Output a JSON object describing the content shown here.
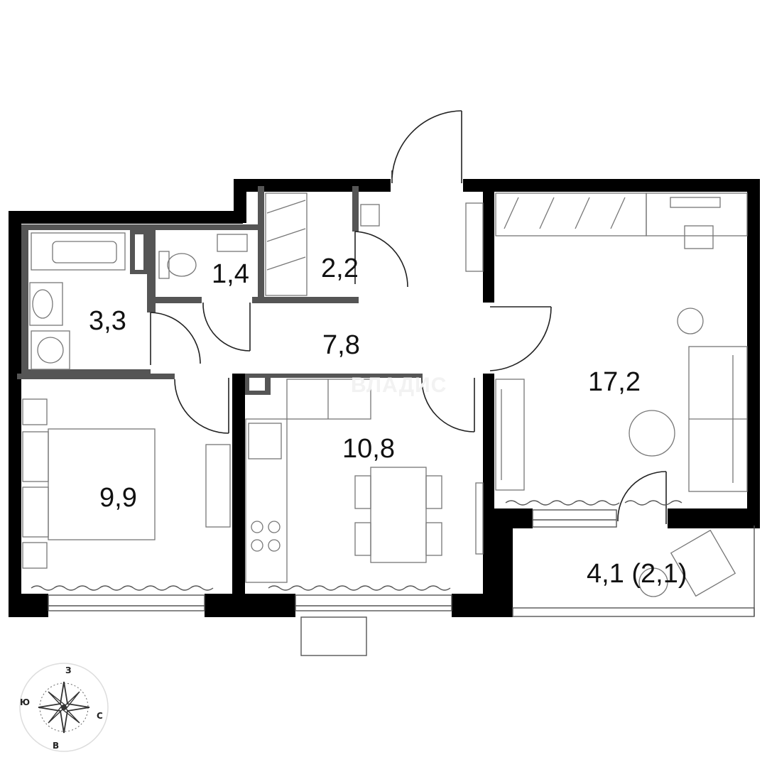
{
  "rooms": [
    {
      "id": "bathroom",
      "area": "3,3"
    },
    {
      "id": "toilet",
      "area": "1,4"
    },
    {
      "id": "closet",
      "area": "2,2"
    },
    {
      "id": "hallway",
      "area": "7,8"
    },
    {
      "id": "living-room",
      "area": "17,2"
    },
    {
      "id": "bedroom",
      "area": "9,9"
    },
    {
      "id": "kitchen",
      "area": "10,8"
    },
    {
      "id": "balcony",
      "area": "4,1 (2,1)"
    }
  ],
  "watermark": "ВЛАДИС",
  "compass": {
    "north": "С",
    "south": "Ю",
    "east": "В",
    "west": "З"
  },
  "colors": {
    "wall": "#000000",
    "partition": "#555555",
    "line": "#777777"
  }
}
